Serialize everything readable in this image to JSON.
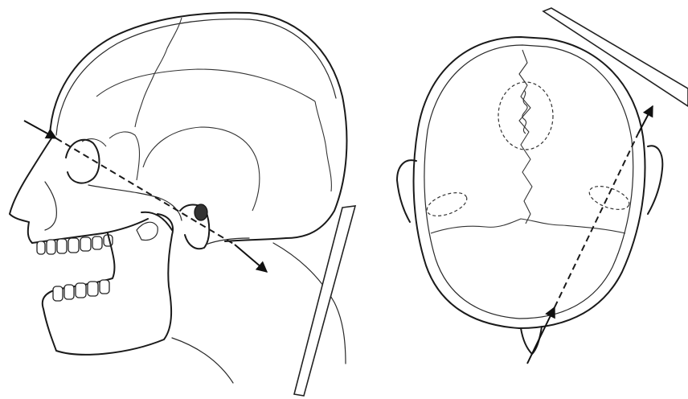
{
  "figure": {
    "panels": [
      {
        "view": "lateral",
        "subject": "skull"
      },
      {
        "view": "superior",
        "subject": "head"
      }
    ],
    "stroke_color": "#1a1a1a",
    "background_color": "#ffffff",
    "icons": [
      "arrow-icon",
      "arrow-icon"
    ]
  }
}
